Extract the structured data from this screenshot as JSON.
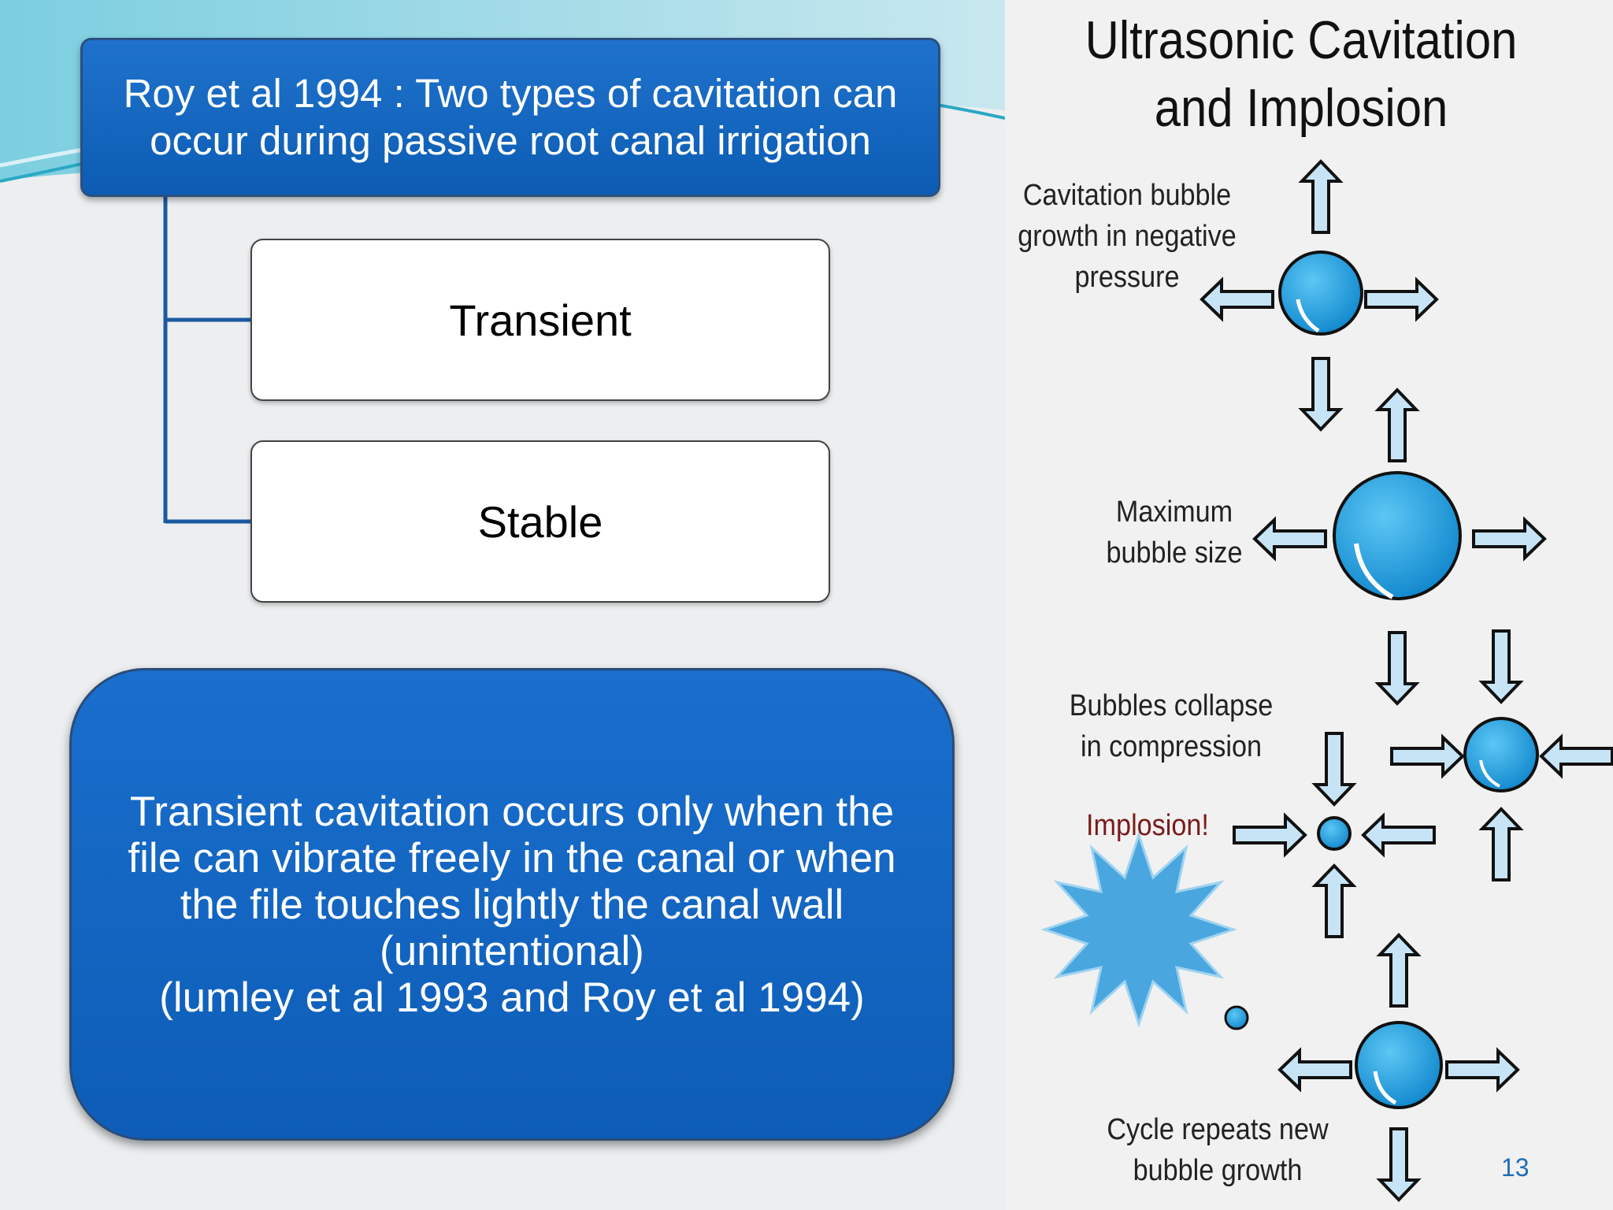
{
  "header": {
    "text": "Roy et al 1994 : Two types of cavitation can occur during passive root canal irrigation"
  },
  "types": [
    {
      "label": "Transient"
    },
    {
      "label": "Stable"
    }
  ],
  "note": {
    "text": "Transient cavitation occurs only when the file can vibrate freely in the canal or when the file touches lightly the canal wall (unintentional)\n(lumley et al 1993 and Roy et al 1994)"
  },
  "illustration": {
    "title": "Ultrasonic Cavitation and Implosion",
    "labels": {
      "growth": "Cavitation bubble growth in negative pressure",
      "max": "Maximum bubble size",
      "collapse": "Bubbles collapse in compression",
      "implosion": "Implosion!",
      "repeat": "Cycle repeats new bubble growth"
    }
  },
  "page_number": "13",
  "colors": {
    "box_blue": "#1565c0",
    "line_blue": "#1c5aa0",
    "bubble_blue": "#1a9be0",
    "arrow_fill": "#c6e4f5",
    "star_blue": "#4aa6df",
    "implosion_red": "#7a1a1a"
  }
}
